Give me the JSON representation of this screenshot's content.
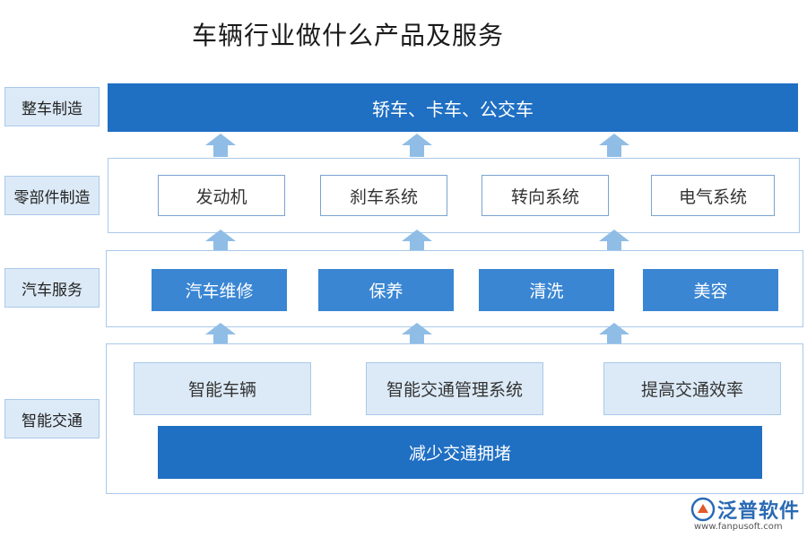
{
  "title": "车辆行业做什么产品及服务",
  "rows": {
    "vehicle": {
      "label": "整车制造",
      "bar": "轿车、卡车、公交车"
    },
    "parts": {
      "label": "零部件制造",
      "items": [
        "发动机",
        "刹车系统",
        "转向系统",
        "电气系统"
      ]
    },
    "service": {
      "label": "汽车服务",
      "items": [
        "汽车维修",
        "保养",
        "清洗",
        "美容"
      ]
    },
    "smart": {
      "label": "智能交通",
      "items": [
        "智能车辆",
        "智能交通管理系统",
        "提高交通效率"
      ],
      "bar": "减少交通拥堵"
    }
  },
  "logo": {
    "name": "泛普软件",
    "url": "www.fanpusoft.com"
  },
  "colors": {
    "dark_blue": "#1f6fc3",
    "mid_blue": "#3a86d3",
    "light_blue": "#dceaf7",
    "arrow_blue": "#8fbde6"
  }
}
